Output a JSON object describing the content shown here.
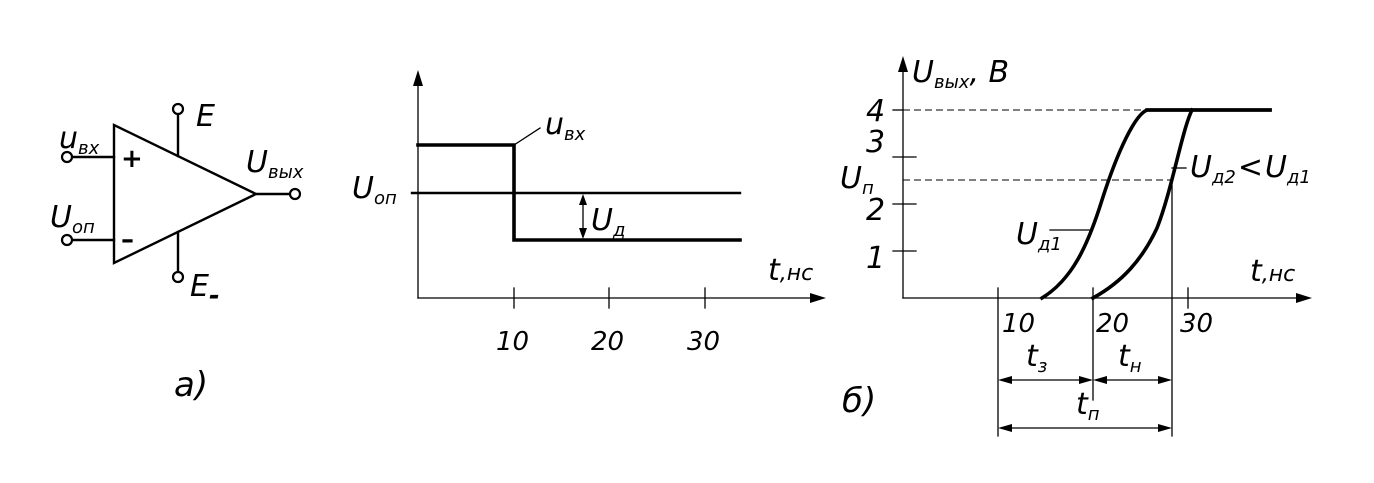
{
  "panel_a": {
    "caption": "а)",
    "comparator": {
      "input_plus": "u",
      "input_plus_sub": "вх",
      "input_minus": "U",
      "input_minus_sub": "оп",
      "output": "U",
      "output_sub": "вых",
      "supply_pos": "E",
      "supply_neg": "E",
      "supply_neg_sub": "-",
      "plus_sign": "+",
      "minus_sign": "–"
    },
    "timing": {
      "signal_label": "u",
      "signal_label_sub": "вх",
      "ref_label": "U",
      "ref_label_sub": "оп",
      "diff_label": "U",
      "diff_label_sub": "д",
      "xaxis_label": "t",
      "xaxis_unit": ",нс",
      "ticks": [
        "10",
        "20",
        "30"
      ]
    }
  },
  "panel_b": {
    "caption": "б)",
    "yaxis_label": "U",
    "yaxis_label_sub": "вых",
    "yaxis_unit": ", В",
    "xaxis_label": "t",
    "xaxis_unit": ",нс",
    "yticks": [
      "4",
      "3",
      "2",
      "1"
    ],
    "threshold_label": "U",
    "threshold_label_sub": "п",
    "xticks": [
      "10",
      "20",
      "30"
    ],
    "curve1_label": "U",
    "curve1_label_sub": "д1",
    "curve2_label": "U",
    "curve2_label_sub": "д2",
    "curve2_label_rel": "<",
    "curve2_label2": "U",
    "curve2_label2_sub": "д1",
    "t_delay": "t",
    "t_delay_sub": "з",
    "t_rise": "t",
    "t_rise_sub": "н",
    "t_total": "t",
    "t_total_sub": "п"
  }
}
